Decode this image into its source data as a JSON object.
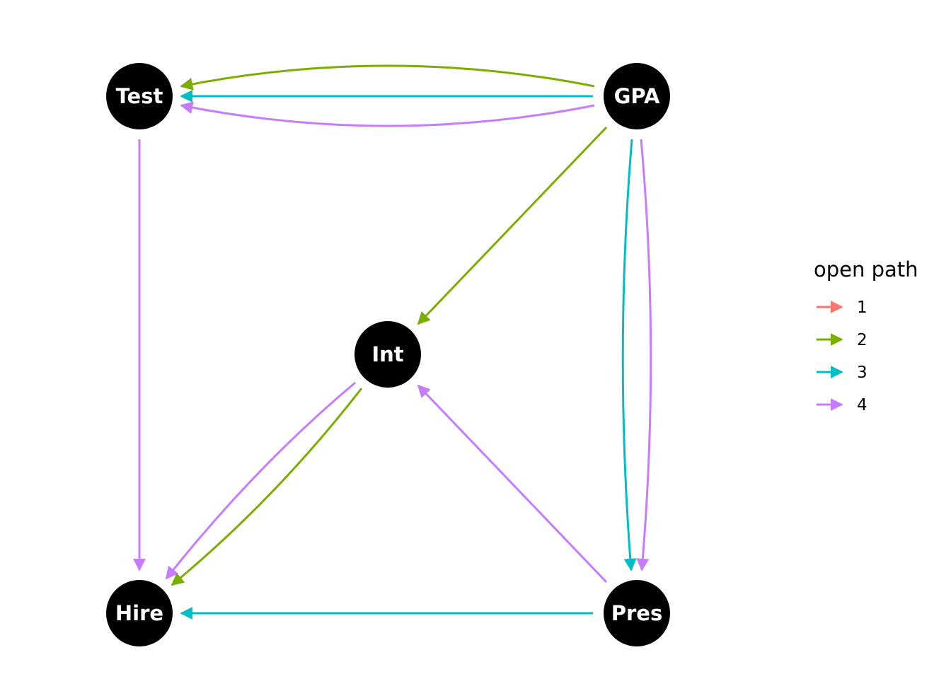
{
  "nodes": [
    {
      "id": "Test",
      "label": "Test"
    },
    {
      "id": "GPA",
      "label": "GPA"
    },
    {
      "id": "Int",
      "label": "Int"
    },
    {
      "id": "Hire",
      "label": "Hire"
    },
    {
      "id": "Pres",
      "label": "Pres"
    }
  ],
  "edges": [
    {
      "from": "GPA",
      "to": "Test",
      "path": "2"
    },
    {
      "from": "GPA",
      "to": "Test",
      "path": "3"
    },
    {
      "from": "GPA",
      "to": "Test",
      "path": "4"
    },
    {
      "from": "GPA",
      "to": "Int",
      "path": "2"
    },
    {
      "from": "GPA",
      "to": "Pres",
      "path": "3"
    },
    {
      "from": "GPA",
      "to": "Pres",
      "path": "4"
    },
    {
      "from": "Test",
      "to": "Hire",
      "path": "4"
    },
    {
      "from": "Int",
      "to": "Hire",
      "path": "4"
    },
    {
      "from": "Int",
      "to": "Hire",
      "path": "2"
    },
    {
      "from": "Pres",
      "to": "Int",
      "path": "4"
    },
    {
      "from": "Pres",
      "to": "Hire",
      "path": "3"
    }
  ],
  "legend": {
    "title": "open path",
    "items": [
      {
        "label": "1",
        "color": "#F8766D"
      },
      {
        "label": "2",
        "color": "#7CAE00"
      },
      {
        "label": "3",
        "color": "#00BFC4"
      },
      {
        "label": "4",
        "color": "#C77CFF"
      }
    ]
  }
}
